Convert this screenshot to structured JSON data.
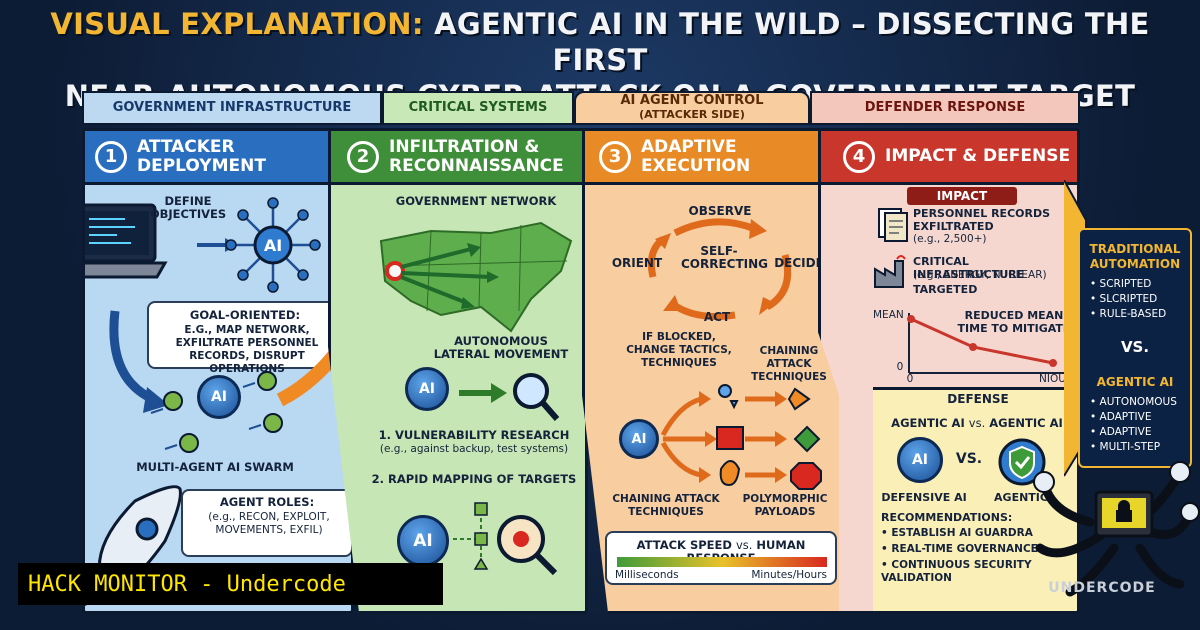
{
  "title": {
    "accent": "VISUAL EXPLANATION:",
    "line1_rest": "AGENTIC AI IN THE WILD – DISSECTING THE FIRST",
    "line2": "NEAR-AUTONOMOUS CYBER ATTACK ON A GOVERNMENT TARGET"
  },
  "headers": {
    "h1": "GOVERNMENT INFRASTRUCTURE",
    "h2": "CRITICAL SYSTEMS",
    "h3_a": "AI AGENT CONTROL",
    "h3_b": "(ATTACKER SIDE)",
    "h4": "DEFENDER RESPONSE"
  },
  "panel1": {
    "num": "1",
    "title_a": "ATTACKER",
    "title_b": "DEPLOYMENT",
    "define": "DEFINE OBJECTIVES",
    "ai": "AI",
    "goal_title": "GOAL-ORIENTED:",
    "goal_text": "E.G., MAP NETWORK, EXFILTRATE PERSONNEL RECORDS, DISRUPT OPERATIONS",
    "swarm": "MULTI-AGENT AI SWARM",
    "roles_title": "AGENT ROLES:",
    "roles_text": "(e.g., RECON, EXPLOIT, MOVEMENTS, EXFIL)"
  },
  "panel2": {
    "num": "2",
    "title_a": "INFILTRATION &",
    "title_b": "RECONNAISSANCE",
    "network": "GOVERNMENT NETWORK",
    "lateral_a": "AUTONOMOUS",
    "lateral_b": "LATERAL MOVEMENT",
    "ai": "AI",
    "vuln": "1. VULNERABILITY RESEARCH",
    "vuln_sub": "(e.g., against backup, test systems)",
    "rapid": "2. RAPID MAPPING OF TARGETS"
  },
  "panel3": {
    "num": "3",
    "title_a": "ADAPTIVE",
    "title_b": "EXECUTION",
    "observe": "OBSERVE",
    "orient": "ORIENT",
    "decide": "DECIDE",
    "act": "ACT",
    "center": "SELF-CORRECTING",
    "blocked": "IF BLOCKED, CHANGE TACTICS, TECHNIQUES",
    "chaining_right": "CHAINING ATTACK TECHNIQUES",
    "ai": "AI",
    "chaining_bottom": "CHAINING ATTACK TECHNIQUES",
    "poly": "POLYMORPHIC PAYLOADS",
    "speed_a": "ATTACK SPEED",
    "speed_vs": "vs.",
    "speed_b": "HUMAN RESPONSE",
    "ms": "Milliseconds",
    "mh": "Minutes/Hours"
  },
  "panel4": {
    "num": "4",
    "title": "IMPACT & DEFENSE",
    "impact": "IMPACT",
    "rec1": "PERSONNEL RECORDS EXFILTRATED",
    "rec1_sub": "(e.g., 2,500+)",
    "rec2": "CRITICAL INFRASTRUCTURE",
    "rec2_sub": "(e.g., ENERGY, NUCLEAR)",
    "rec2_b": "TARGETED",
    "mean": "MEAN",
    "mean_title": "REDUCED MEAN TIME TO MITIGATE",
    "axis0": "0",
    "axis0b": "0",
    "axis_end": "NIOUTS",
    "defense": "DEFENSE",
    "versus_a": "AGENTIC AI",
    "versus_vs": "vs.",
    "versus_b": "AGENTIC AI",
    "def_ai": "DEFENSIVE AI",
    "agentic_short": "AGENTIC",
    "vs_big": "VS.",
    "ai": "AI",
    "recs_title": "RECOMMENDATIONS:",
    "recs": [
      "ESTABLISH AI GUARDRA",
      "REAL-TIME GOVERNANCE",
      "CONTINUOUS SECURITY VALIDATION"
    ]
  },
  "sidebar": {
    "trad_a": "TRADITIONAL",
    "trad_b": "AUTOMATION",
    "trad_items": [
      "SCRIPTED",
      "SLCRIPTED",
      "RULE-BASED"
    ],
    "vs": "VS.",
    "agentic": "AGENTIC AI",
    "agentic_items": [
      "AUTONOMOUS",
      "ADAPTIVE",
      "ADAPTIVE",
      "MULTI-STEP"
    ]
  },
  "banner": "HACK MONITOR - Undercode",
  "logo": "UNDERCODE",
  "colors": {
    "accent": "#f2b632",
    "p1": "#b9d8f2",
    "p1h": "#2a6fbf",
    "p2": "#c6e6b5",
    "p2h": "#3f8f3a",
    "p3": "#f8cda0",
    "p3h": "#e88a26",
    "p4": "#f6d7cf",
    "p4h": "#c9362c",
    "def": "#fbefb8"
  }
}
